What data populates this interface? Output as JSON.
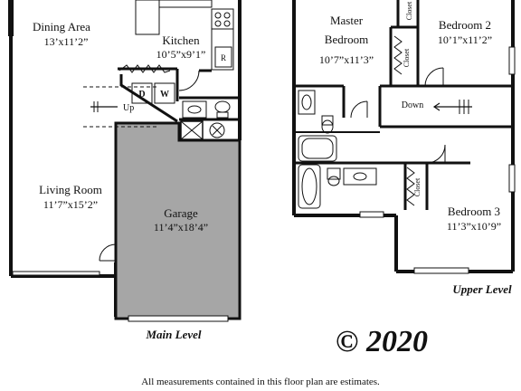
{
  "main_level": {
    "label": "Main Level",
    "rooms": {
      "dining": {
        "name": "Dining Area",
        "dims": "13’x11’2”"
      },
      "kitchen": {
        "name": "Kitchen",
        "dims": "10’5”x9’1”"
      },
      "living": {
        "name": "Living Room",
        "dims": "11’7”x15’2”"
      },
      "garage": {
        "name": "Garage",
        "dims": "11’4”x18’4”"
      }
    },
    "appliances": {
      "dryer": "D",
      "washer": "W",
      "refrigerator": "R"
    },
    "stairs_label": "Up"
  },
  "upper_level": {
    "label": "Upper Level",
    "rooms": {
      "master": {
        "name_line1": "Master",
        "name_line2": "Bedroom",
        "dims": "10’7”x11’3”"
      },
      "bedroom2": {
        "name": "Bedroom 2",
        "dims": "10’1”x11’2”"
      },
      "bedroom3": {
        "name": "Bedroom 3",
        "dims": "11’3”x10’9”"
      }
    },
    "closets": [
      "Closet",
      "Closet",
      "Closet"
    ],
    "stairs_label": "Down"
  },
  "copyright": "© 2020",
  "disclaimer": "All measurements contained in this floor plan are estimates.",
  "colors": {
    "wall": "#111111",
    "garage_fill": "#a6a6a6",
    "background": "#ffffff"
  }
}
